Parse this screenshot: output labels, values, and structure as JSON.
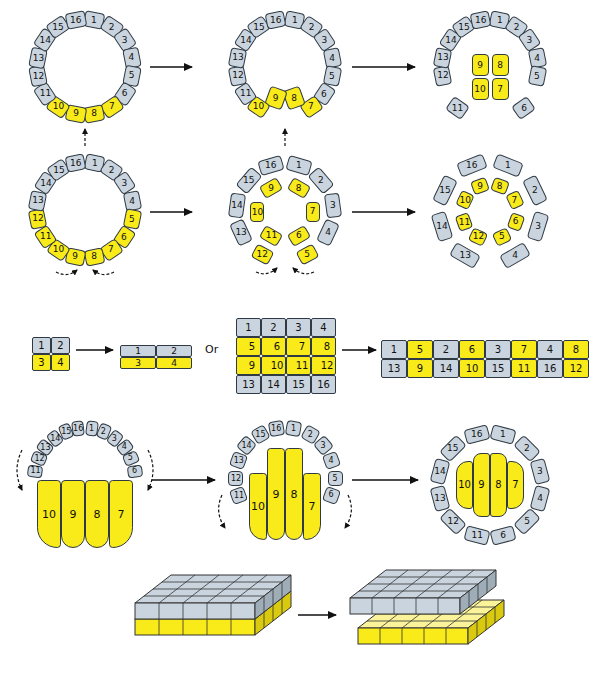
{
  "diagram": {
    "nodes": [
      {
        "text": [
          "1"
        ]
      },
      {
        "text": [
          "2"
        ]
      },
      {
        "text": [
          "3"
        ]
      },
      {
        "text": [
          "4"
        ]
      },
      {
        "text": [
          "5"
        ]
      },
      {
        "text": [
          "6"
        ]
      },
      {
        "text": [
          "7"
        ]
      },
      {
        "text": [
          "8"
        ]
      },
      {
        "text": [
          "9"
        ]
      },
      {
        "text": [
          "10"
        ]
      },
      {
        "text": [
          "11"
        ]
      },
      {
        "text": [
          "12"
        ]
      },
      {
        "text": [
          "13"
        ]
      },
      {
        "text": [
          "14"
        ]
      },
      {
        "text": [
          "15"
        ]
      },
      {
        "text": [
          "16"
        ]
      },
      {
        "text": [
          "1"
        ]
      },
      {
        "text": [
          "2"
        ]
      },
      {
        "text": [
          "3"
        ]
      },
      {
        "text": [
          "4"
        ]
      },
      {
        "text": [
          "5"
        ]
      },
      {
        "text": [
          "6"
        ]
      },
      {
        "text": [
          "7"
        ]
      },
      {
        "text": [
          "8"
        ]
      },
      {
        "text": [
          "9"
        ]
      },
      {
        "text": [
          "10"
        ]
      },
      {
        "text": [
          "11"
        ]
      },
      {
        "text": [
          "12"
        ]
      },
      {
        "text": [
          "13"
        ]
      },
      {
        "text": [
          "14"
        ]
      },
      {
        "text": [
          "15"
        ]
      },
      {
        "text": [
          "16"
        ]
      },
      {
        "text": [
          "1"
        ]
      },
      {
        "text": [
          "2"
        ]
      },
      {
        "text": [
          "3"
        ]
      },
      {
        "text": [
          "4"
        ]
      },
      {
        "text": [
          "5"
        ]
      },
      {
        "text": [
          "6"
        ]
      },
      {
        "text": [
          "7"
        ]
      },
      {
        "text": [
          "8"
        ]
      },
      {
        "text": [
          "9"
        ]
      },
      {
        "text": [
          "10"
        ]
      },
      {
        "text": [
          "11"
        ]
      },
      {
        "text": [
          "12"
        ]
      },
      {
        "text": [
          "13"
        ]
      },
      {
        "text": [
          "14"
        ]
      },
      {
        "text": [
          "15"
        ]
      },
      {
        "text": [
          "16"
        ]
      },
      {
        "text": [
          "1"
        ]
      },
      {
        "text": [
          "2"
        ]
      },
      {
        "text": [
          "3"
        ]
      },
      {
        "text": [
          "4"
        ]
      },
      {
        "text": [
          "5"
        ]
      },
      {
        "text": [
          "6"
        ]
      },
      {
        "text": [
          "7"
        ]
      },
      {
        "text": [
          "8"
        ]
      },
      {
        "text": [
          "9"
        ]
      },
      {
        "text": [
          "10"
        ]
      },
      {
        "text": [
          "11"
        ]
      },
      {
        "text": [
          "12"
        ]
      },
      {
        "text": [
          "13"
        ]
      },
      {
        "text": [
          "14"
        ]
      },
      {
        "text": [
          "15"
        ]
      },
      {
        "text": [
          "16"
        ]
      },
      {
        "text": [
          "1"
        ]
      },
      {
        "text": [
          "2"
        ]
      },
      {
        "text": [
          "3"
        ]
      },
      {
        "text": [
          "4"
        ]
      },
      {
        "text": [
          "5"
        ]
      },
      {
        "text": [
          "6"
        ]
      },
      {
        "text": [
          "7"
        ]
      },
      {
        "text": [
          "8"
        ]
      },
      {
        "text": [
          "9"
        ]
      },
      {
        "text": [
          "10"
        ]
      },
      {
        "text": [
          "11"
        ]
      },
      {
        "text": [
          "12"
        ]
      },
      {
        "text": [
          "13"
        ]
      },
      {
        "text": [
          "14"
        ]
      },
      {
        "text": [
          "15"
        ]
      },
      {
        "text": [
          "16"
        ]
      },
      {
        "text": [
          "1"
        ]
      },
      {
        "text": [
          "2"
        ]
      },
      {
        "text": [
          "3"
        ]
      },
      {
        "text": [
          "4"
        ]
      },
      {
        "text": [
          "5"
        ]
      },
      {
        "text": [
          "6"
        ]
      },
      {
        "text": [
          "7"
        ]
      },
      {
        "text": [
          "8"
        ]
      },
      {
        "text": [
          "9"
        ]
      },
      {
        "text": [
          "10"
        ]
      },
      {
        "text": [
          "11"
        ]
      },
      {
        "text": [
          "12"
        ]
      },
      {
        "text": [
          "13"
        ]
      },
      {
        "text": [
          "14"
        ]
      },
      {
        "text": [
          "15"
        ]
      },
      {
        "text": [
          "16"
        ]
      },
      {
        "text": [
          "1"
        ]
      },
      {
        "text": [
          "2"
        ]
      },
      {
        "text": [
          "3"
        ]
      },
      {
        "text": [
          "4"
        ]
      },
      {
        "text": [
          "1"
        ]
      },
      {
        "text": [
          "2"
        ]
      },
      {
        "text": [
          "3"
        ]
      },
      {
        "text": [
          "4"
        ]
      },
      {
        "text": [
          "1"
        ]
      },
      {
        "text": [
          "2"
        ]
      },
      {
        "text": [
          "3"
        ]
      },
      {
        "text": [
          "4"
        ]
      },
      {
        "text": [
          "5"
        ]
      },
      {
        "text": [
          "6"
        ]
      },
      {
        "text": [
          "7"
        ]
      },
      {
        "text": [
          "8"
        ]
      },
      {
        "text": [
          "9"
        ]
      },
      {
        "text": [
          "10"
        ]
      },
      {
        "text": [
          "11"
        ]
      },
      {
        "text": [
          "12"
        ]
      },
      {
        "text": [
          "13"
        ]
      },
      {
        "text": [
          "14"
        ]
      },
      {
        "text": [
          "15"
        ]
      },
      {
        "text": [
          "16"
        ]
      },
      {
        "text": [
          "1"
        ]
      },
      {
        "text": [
          "5"
        ]
      },
      {
        "text": [
          "2"
        ]
      },
      {
        "text": [
          "6"
        ]
      },
      {
        "text": [
          "3"
        ]
      },
      {
        "text": [
          "7"
        ]
      },
      {
        "text": [
          "4"
        ]
      },
      {
        "text": [
          "8"
        ]
      },
      {
        "text": [
          "13"
        ]
      },
      {
        "text": [
          "9"
        ]
      },
      {
        "text": [
          "14"
        ]
      },
      {
        "text": [
          "10"
        ]
      },
      {
        "text": [
          "15"
        ]
      },
      {
        "text": [
          "11"
        ]
      },
      {
        "text": [
          "16"
        ]
      },
      {
        "text": [
          "12"
        ]
      },
      {
        "text": [
          "1"
        ]
      },
      {
        "text": [
          "2"
        ]
      },
      {
        "text": [
          "3"
        ]
      },
      {
        "text": [
          "4"
        ]
      },
      {
        "text": [
          "5"
        ]
      },
      {
        "text": [
          "6"
        ]
      },
      {
        "text": [
          "7"
        ]
      },
      {
        "text": [
          "8"
        ]
      },
      {
        "text": [
          "9"
        ]
      },
      {
        "text": [
          "10"
        ]
      },
      {
        "text": [
          "11"
        ]
      },
      {
        "text": [
          "12"
        ]
      },
      {
        "text": [
          "13"
        ]
      },
      {
        "text": [
          "14"
        ]
      },
      {
        "text": [
          "15"
        ]
      },
      {
        "text": [
          "16"
        ]
      },
      {
        "text": [
          "1"
        ]
      },
      {
        "text": [
          "2"
        ]
      },
      {
        "text": [
          "3"
        ]
      },
      {
        "text": [
          "4"
        ]
      },
      {
        "text": [
          "5"
        ]
      },
      {
        "text": [
          "6"
        ]
      },
      {
        "text": [
          "7"
        ]
      },
      {
        "text": [
          "8"
        ]
      },
      {
        "text": [
          "9"
        ]
      },
      {
        "text": [
          "10"
        ]
      },
      {
        "text": [
          "11"
        ]
      },
      {
        "text": [
          "12"
        ]
      },
      {
        "text": [
          "13"
        ]
      },
      {
        "text": [
          "14"
        ]
      },
      {
        "text": [
          "15"
        ]
      },
      {
        "text": [
          "16"
        ]
      },
      {
        "text": [
          "1"
        ]
      },
      {
        "text": [
          "2"
        ]
      },
      {
        "text": [
          "3"
        ]
      },
      {
        "text": [
          "4"
        ]
      },
      {
        "text": [
          "5"
        ]
      },
      {
        "text": [
          "6"
        ]
      },
      {
        "text": [
          "7"
        ]
      },
      {
        "text": [
          "8"
        ]
      },
      {
        "text": [
          "9"
        ]
      },
      {
        "text": [
          "10"
        ]
      },
      {
        "text": [
          "11"
        ]
      },
      {
        "text": [
          "12"
        ]
      },
      {
        "text": [
          "13"
        ]
      },
      {
        "text": [
          "14"
        ]
      },
      {
        "text": [
          "15"
        ]
      },
      {
        "text": [
          "16"
        ]
      }
    ],
    "labels": [
      "Or"
    ]
  }
}
